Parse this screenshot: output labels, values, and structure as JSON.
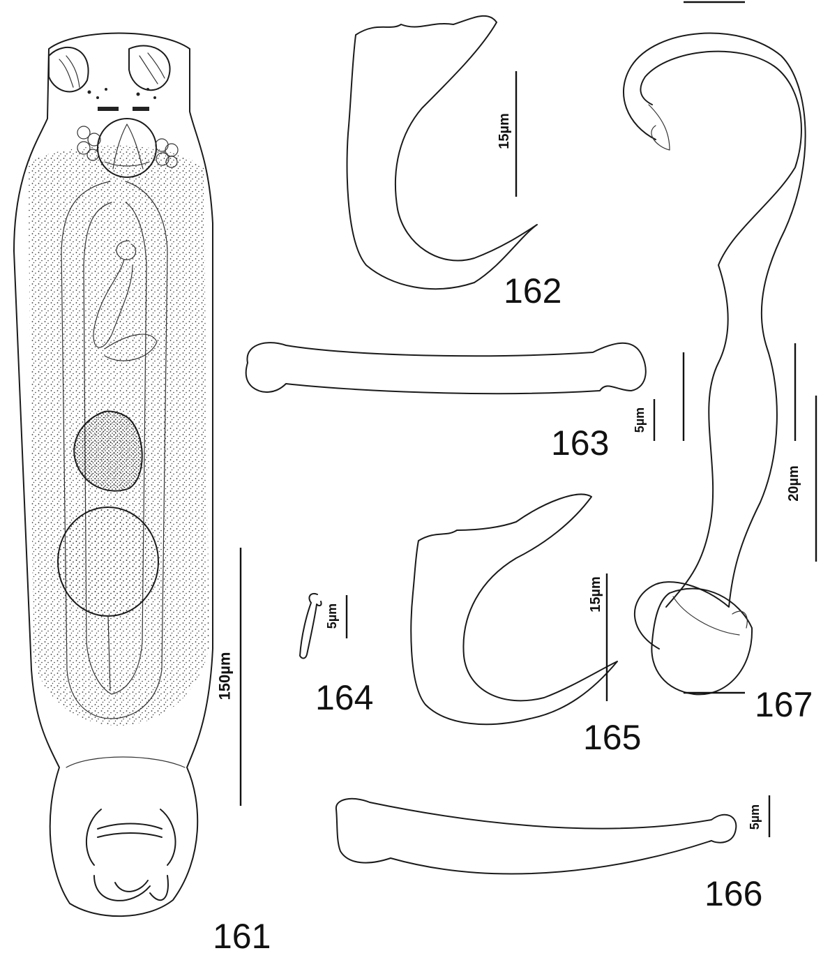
{
  "figures": [
    {
      "id": "fig-161",
      "label": "161",
      "scale_bar": "150µm"
    },
    {
      "id": "fig-162",
      "label": "162",
      "scale_bar": "15µm"
    },
    {
      "id": "fig-163",
      "label": "163",
      "scale_bar": "5µm"
    },
    {
      "id": "fig-164",
      "label": "164",
      "scale_bar": "5µm"
    },
    {
      "id": "fig-165",
      "label": "165",
      "scale_bar": "15µm"
    },
    {
      "id": "fig-166",
      "label": "166",
      "scale_bar": "5µm"
    },
    {
      "id": "fig-167",
      "label": "167",
      "scale_bar": "20µm"
    }
  ],
  "colors": {
    "ink": "#1a1a1a",
    "background": "#ffffff"
  }
}
